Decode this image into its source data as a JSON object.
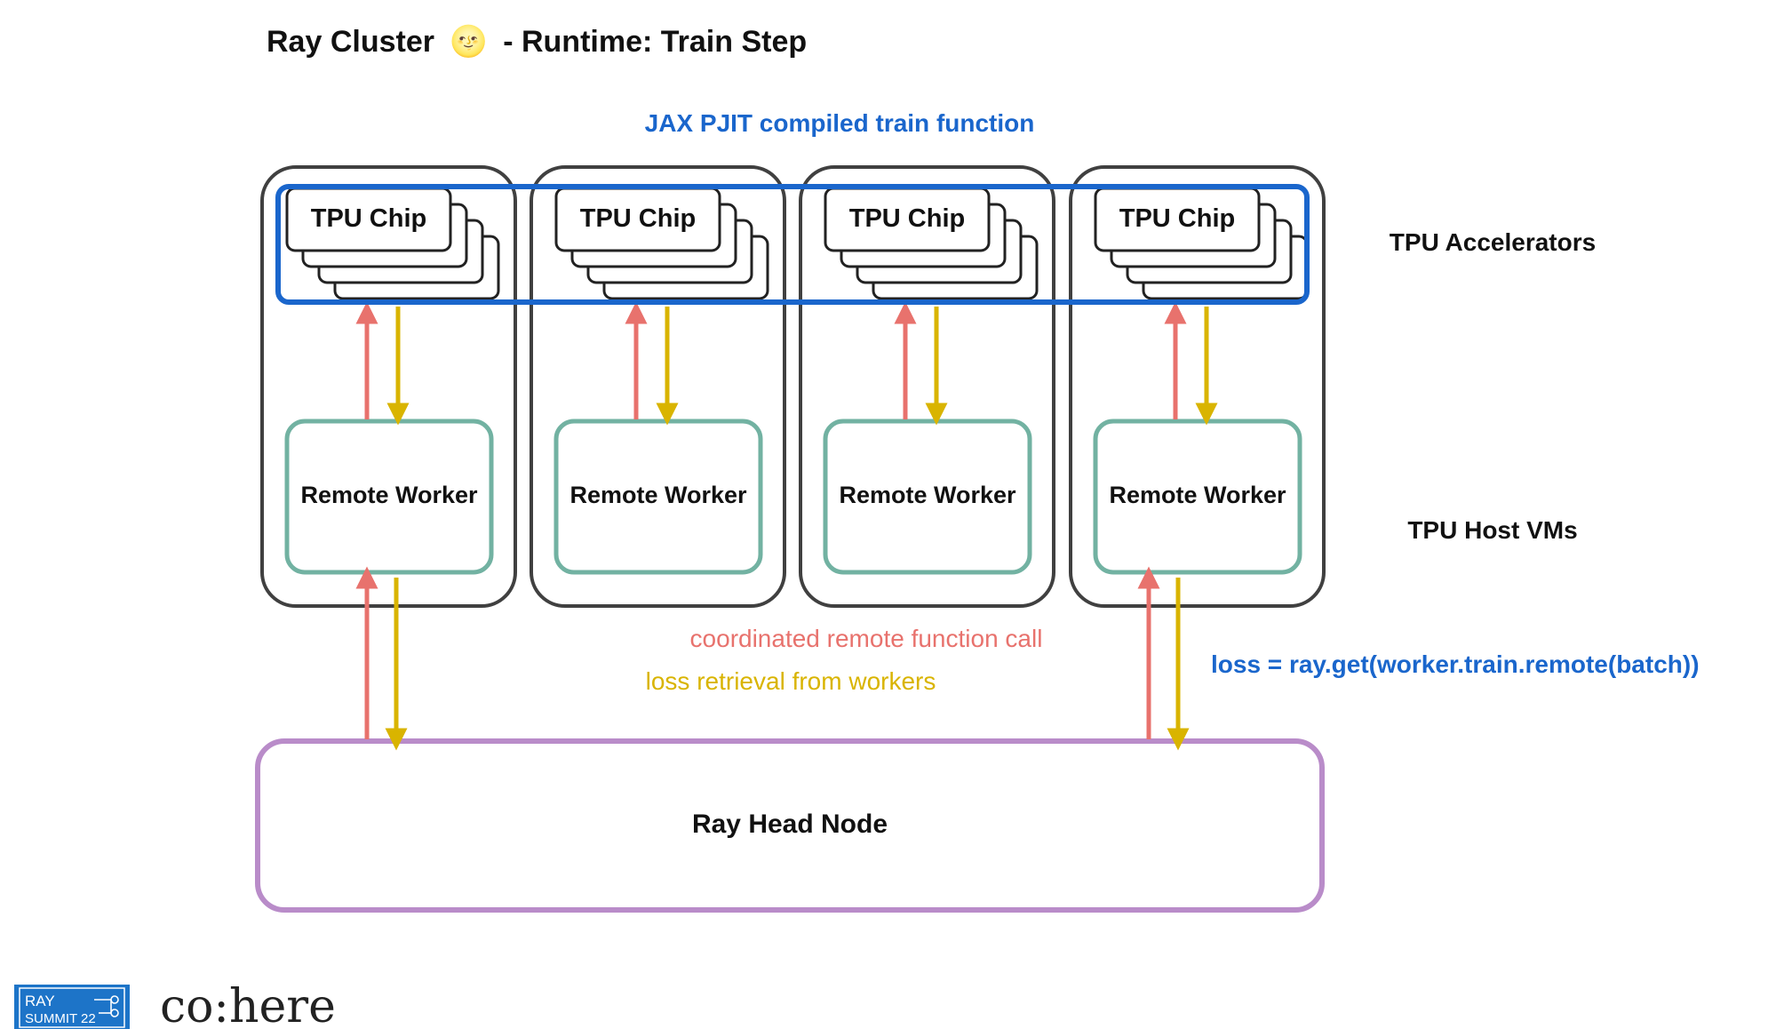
{
  "title": {
    "prefix": "Ray Cluster",
    "emoji": "🌝",
    "suffix": "- Runtime: Train Step"
  },
  "compiled_label": "JAX PJIT compiled train function",
  "hosts": [
    {
      "chip_label": "TPU Chip",
      "worker_label": "Remote Worker"
    },
    {
      "chip_label": "TPU Chip",
      "worker_label": "Remote Worker"
    },
    {
      "chip_label": "TPU Chip",
      "worker_label": "Remote Worker"
    },
    {
      "chip_label": "TPU Chip",
      "worker_label": "Remote Worker"
    }
  ],
  "side_labels": {
    "accelerators": "TPU Accelerators",
    "host_vms": "TPU Host VMs"
  },
  "legend": {
    "call": "coordinated remote function call",
    "retrieval": "loss retrieval from workers"
  },
  "code_label": "loss = ray.get(worker.train.remote(batch))",
  "head_node": "Ray Head Node",
  "footer": {
    "badge_line1": "RAY",
    "badge_line2": "SUMMIT 22",
    "cohere": "co:here"
  },
  "colors": {
    "host_border": "#404040",
    "pjit_blue": "#1a66cc",
    "worker_teal": "#72b2a2",
    "call_red": "#e8726d",
    "loss_yellow": "#d9b400",
    "head_purple": "#b98cc9",
    "badge_blue": "#1d74c8"
  }
}
